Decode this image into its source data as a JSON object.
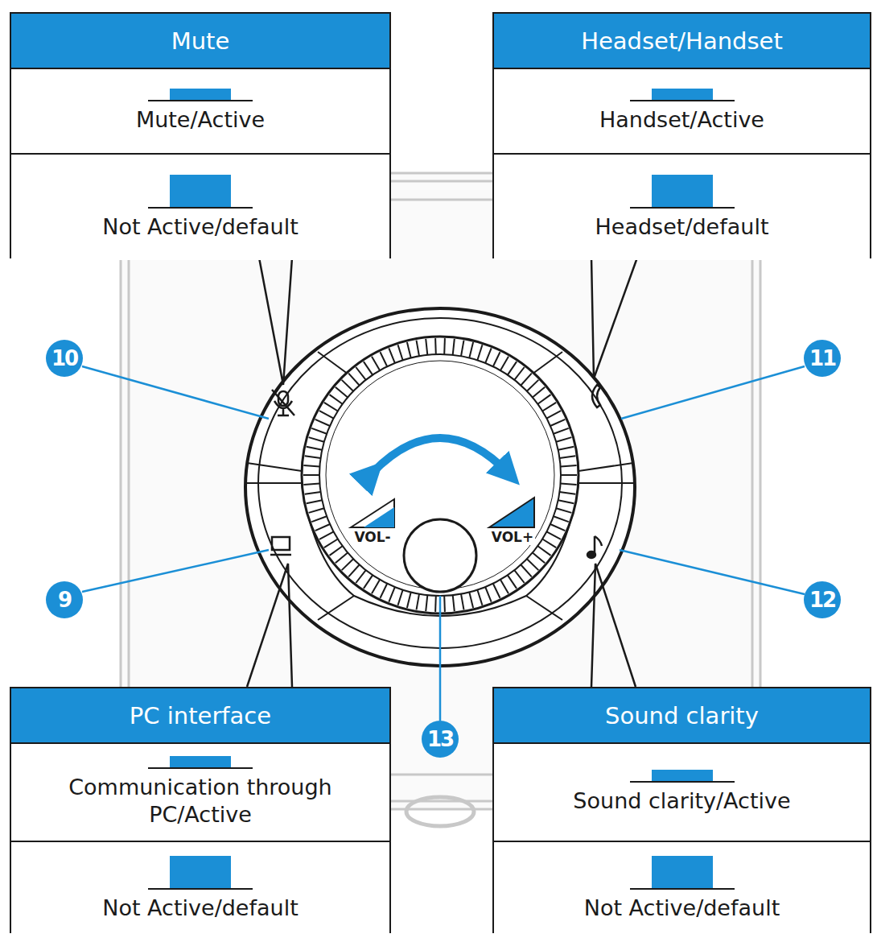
{
  "diagram": {
    "nodes": [
      {
        "text": [
          "Mute"
        ]
      },
      {
        "text": [
          "Mute/Active"
        ],
        "in": 0
      },
      {
        "text": [
          "Not Active/default"
        ],
        "in": 0
      },
      {
        "text": [
          "Headset/Handset"
        ]
      },
      {
        "text": [
          "Handset/Active"
        ],
        "in": 3
      },
      {
        "text": [
          "Headset/default"
        ],
        "in": 3
      },
      {
        "text": [
          "PC interface"
        ]
      },
      {
        "text": [
          "Communication through PC/Active"
        ],
        "in": 6
      },
      {
        "text": [
          "Not Active/default"
        ],
        "in": 6
      },
      {
        "text": [
          "Sound clarity"
        ]
      },
      {
        "text": [
          "Sound clarity/Active"
        ],
        "in": 9
      },
      {
        "text": [
          "Not Active/default"
        ],
        "in": 9
      }
    ],
    "labels": [
      "10",
      "11",
      "9",
      "12",
      "13",
      "VOL-",
      "VOL+"
    ]
  }
}
